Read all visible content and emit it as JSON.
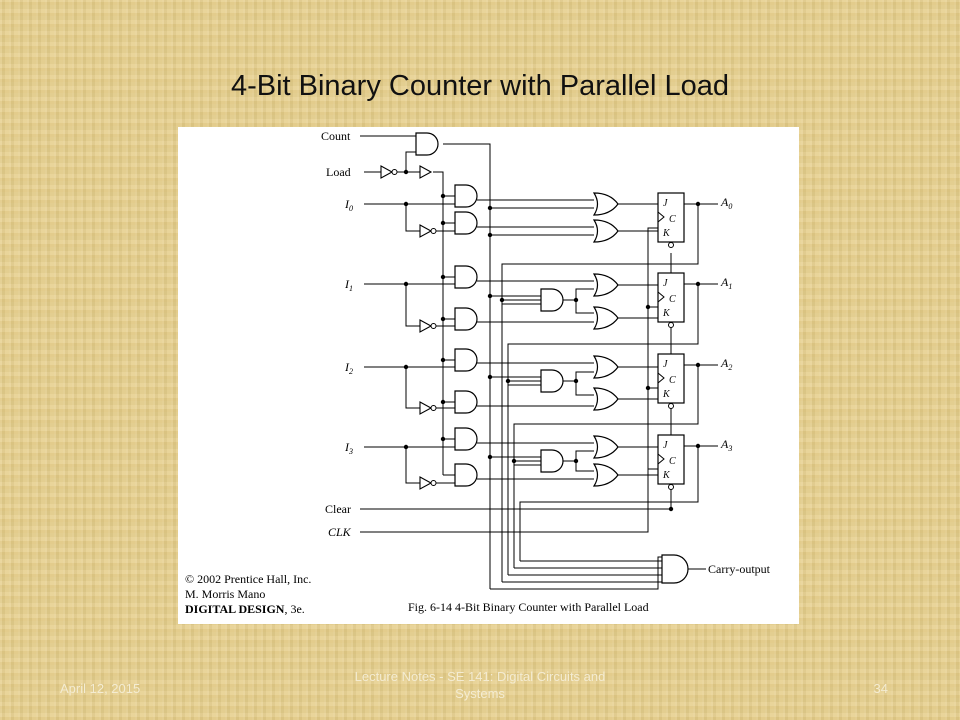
{
  "slide": {
    "title": "4-Bit Binary Counter with Parallel Load",
    "footer_date": "April 12, 2015",
    "footer_center": "Lecture Notes - SE 141: Digital Circuits and Systems",
    "page_number": "34"
  },
  "figure": {
    "inputs": {
      "count": "Count",
      "load": "Load",
      "i0": "I",
      "i0_sub": "0",
      "i1": "I",
      "i1_sub": "1",
      "i2": "I",
      "i2_sub": "2",
      "i3": "I",
      "i3_sub": "3",
      "clear": "Clear",
      "clk": "CLK"
    },
    "outputs": {
      "a0": "A",
      "a0_sub": "0",
      "a1": "A",
      "a1_sub": "1",
      "a2": "A",
      "a2_sub": "2",
      "a3": "A",
      "a3_sub": "3",
      "carry": "Carry-output"
    },
    "flipflop": {
      "j": "J",
      "c": "C",
      "k": "K"
    },
    "copyright_lines": [
      "© 2002 Prentice Hall, Inc.",
      "M. Morris Mano"
    ],
    "book_title": "DIGITAL DESIGN",
    "book_edition": ", 3e.",
    "caption": "Fig. 6-14  4-Bit Binary Counter with Parallel Load"
  }
}
